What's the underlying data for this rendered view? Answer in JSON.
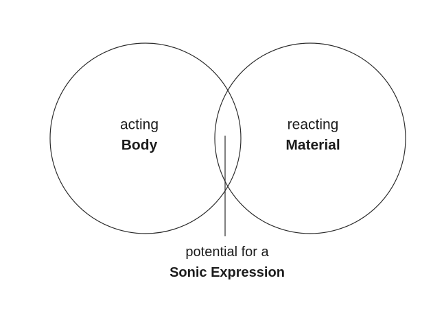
{
  "diagram": {
    "title": "Venn diagram of sonic expression potential",
    "left_circle": {
      "line1": "acting",
      "line2": "Body"
    },
    "right_circle": {
      "line1": "reacting",
      "line2": "Material"
    },
    "caption": {
      "line1": "potential for a",
      "line2": "Sonic Expression"
    },
    "colors": {
      "background": "#ffffff",
      "stroke": "#2b2b2b",
      "text": "#1c1c1c"
    }
  }
}
